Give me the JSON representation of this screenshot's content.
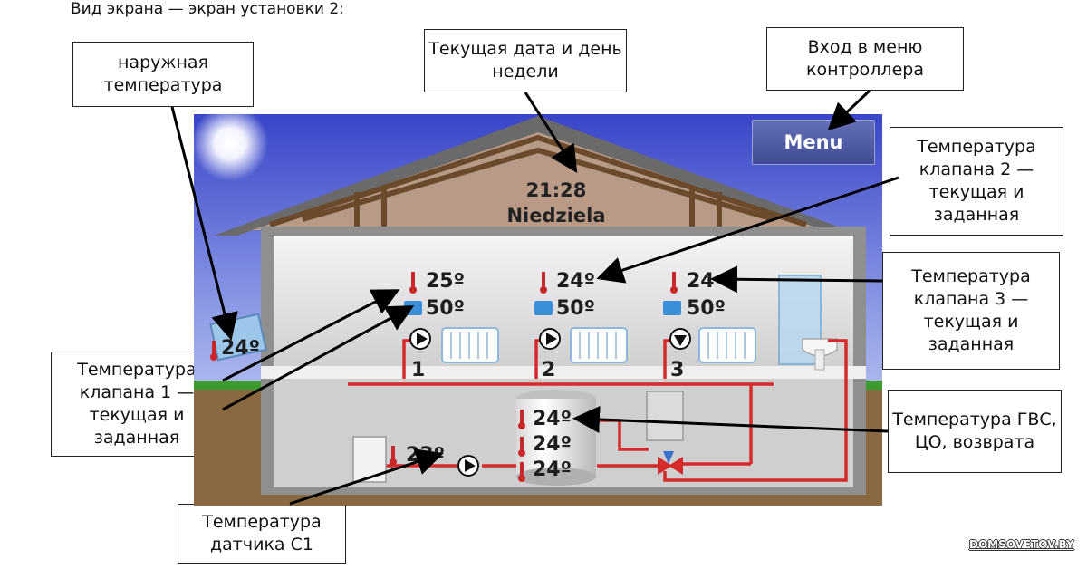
{
  "heading": "Вид экрана — экран установки 2:",
  "callouts": {
    "outdoor": "наружная температура",
    "datetime": "Текущая дата и день недели",
    "menu_entry": "Вход в меню контроллера",
    "valve2": "Температура клапана 2 — текущая и заданная",
    "valve3": "Температура клапана 3 — текущая и заданная",
    "valve1": "Температура клапана 1 — текущая и заданная",
    "dhw": "Температура ГВС, ЦО, возврата",
    "sensor": "Температура датчика C1"
  },
  "screen": {
    "menu_label": "Menu",
    "time": "21:28",
    "day": "Niedziela",
    "outdoor_temp": "24º",
    "circuits": [
      {
        "current": "25º",
        "set": "50º",
        "number": "1"
      },
      {
        "current": "24º",
        "set": "50º",
        "number": "2"
      },
      {
        "current": "24",
        "set": "50º",
        "number": "3"
      }
    ],
    "tank_temps": [
      "24º",
      "24º",
      "24º"
    ],
    "sensor_temp": "23º"
  },
  "watermark": "DOMSOVETOV.BY",
  "colors": {
    "pipe": "#d42a2a",
    "menu": "#4e5aa6",
    "sky": "#3a45c8"
  }
}
